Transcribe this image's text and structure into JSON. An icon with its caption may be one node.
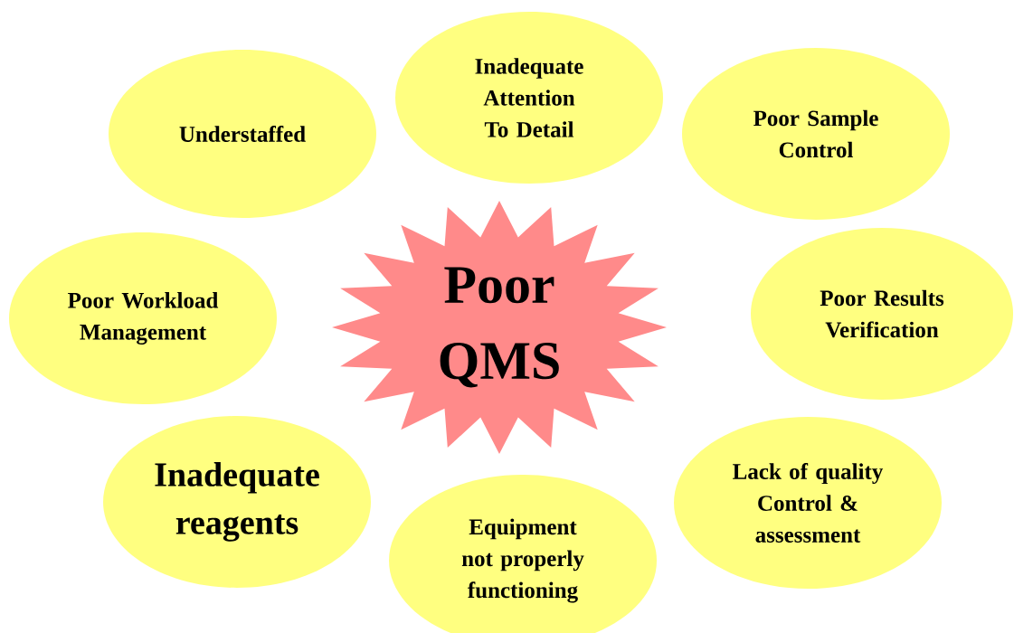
{
  "diagram": {
    "nodes": [
      {
        "text": [
          "Understaffed"
        ]
      },
      {
        "text": [
          "Inadequate Attention To Detail"
        ]
      },
      {
        "text": [
          "Poor Sample Control"
        ]
      },
      {
        "text": [
          "Poor Workload Management"
        ]
      },
      {
        "text": [
          "Poor QMS"
        ]
      },
      {
        "text": [
          "Poor Results Verification"
        ]
      },
      {
        "text": [
          "Inadequate reagents"
        ]
      },
      {
        "text": [
          "Equipment not properly functioning"
        ]
      },
      {
        "text": [
          "Lack of quality Control & assessment"
        ]
      }
    ],
    "edges": []
  }
}
